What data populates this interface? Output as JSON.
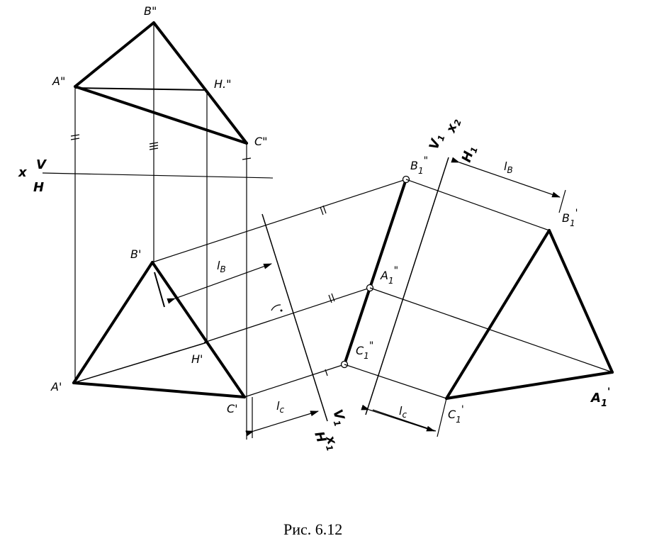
{
  "caption": "Рис. 6.12",
  "labels": {
    "b_front": "B\"",
    "a_front": "A\"",
    "h_front": "H.\"",
    "c_front": "C\"",
    "axis_x": "x",
    "axis_v": "V",
    "axis_h": "H",
    "b_top": "B'",
    "a_top": "A'",
    "h_top": "H'",
    "c_top": "C'",
    "lb_left": "l",
    "lb_left_sub": "B",
    "lc_left": "l",
    "lc_left_sub": "c",
    "axis1_h": "H",
    "axis1_v": "V",
    "axis1_v_sub": "1",
    "axis1_x": "x",
    "axis1_x_sub": "1",
    "b1_front": "B",
    "b1_front_sub": "1",
    "b1_front_sup": "\"",
    "a1_front": "A",
    "a1_front_sub": "1",
    "a1_front_sup": "\"",
    "c1_front": "C",
    "c1_front_sub": "1",
    "c1_front_sup": "\"",
    "axis2_v": "V",
    "axis2_v_sub": "1",
    "axis2_x": "x",
    "axis2_x_sub": "2",
    "axis2_h": "H",
    "axis2_h_sub": "1",
    "lb_right": "l",
    "lb_right_sub": "B",
    "lc_right": "l",
    "lc_right_sub": "c",
    "b1_top": "B",
    "b1_top_sub": "1",
    "b1_top_sup": "'",
    "a1_top": "A",
    "a1_top_sub": "1",
    "a1_top_sup": "'",
    "c1_top": "C",
    "c1_top_sub": "1",
    "c1_top_sup": "'"
  }
}
